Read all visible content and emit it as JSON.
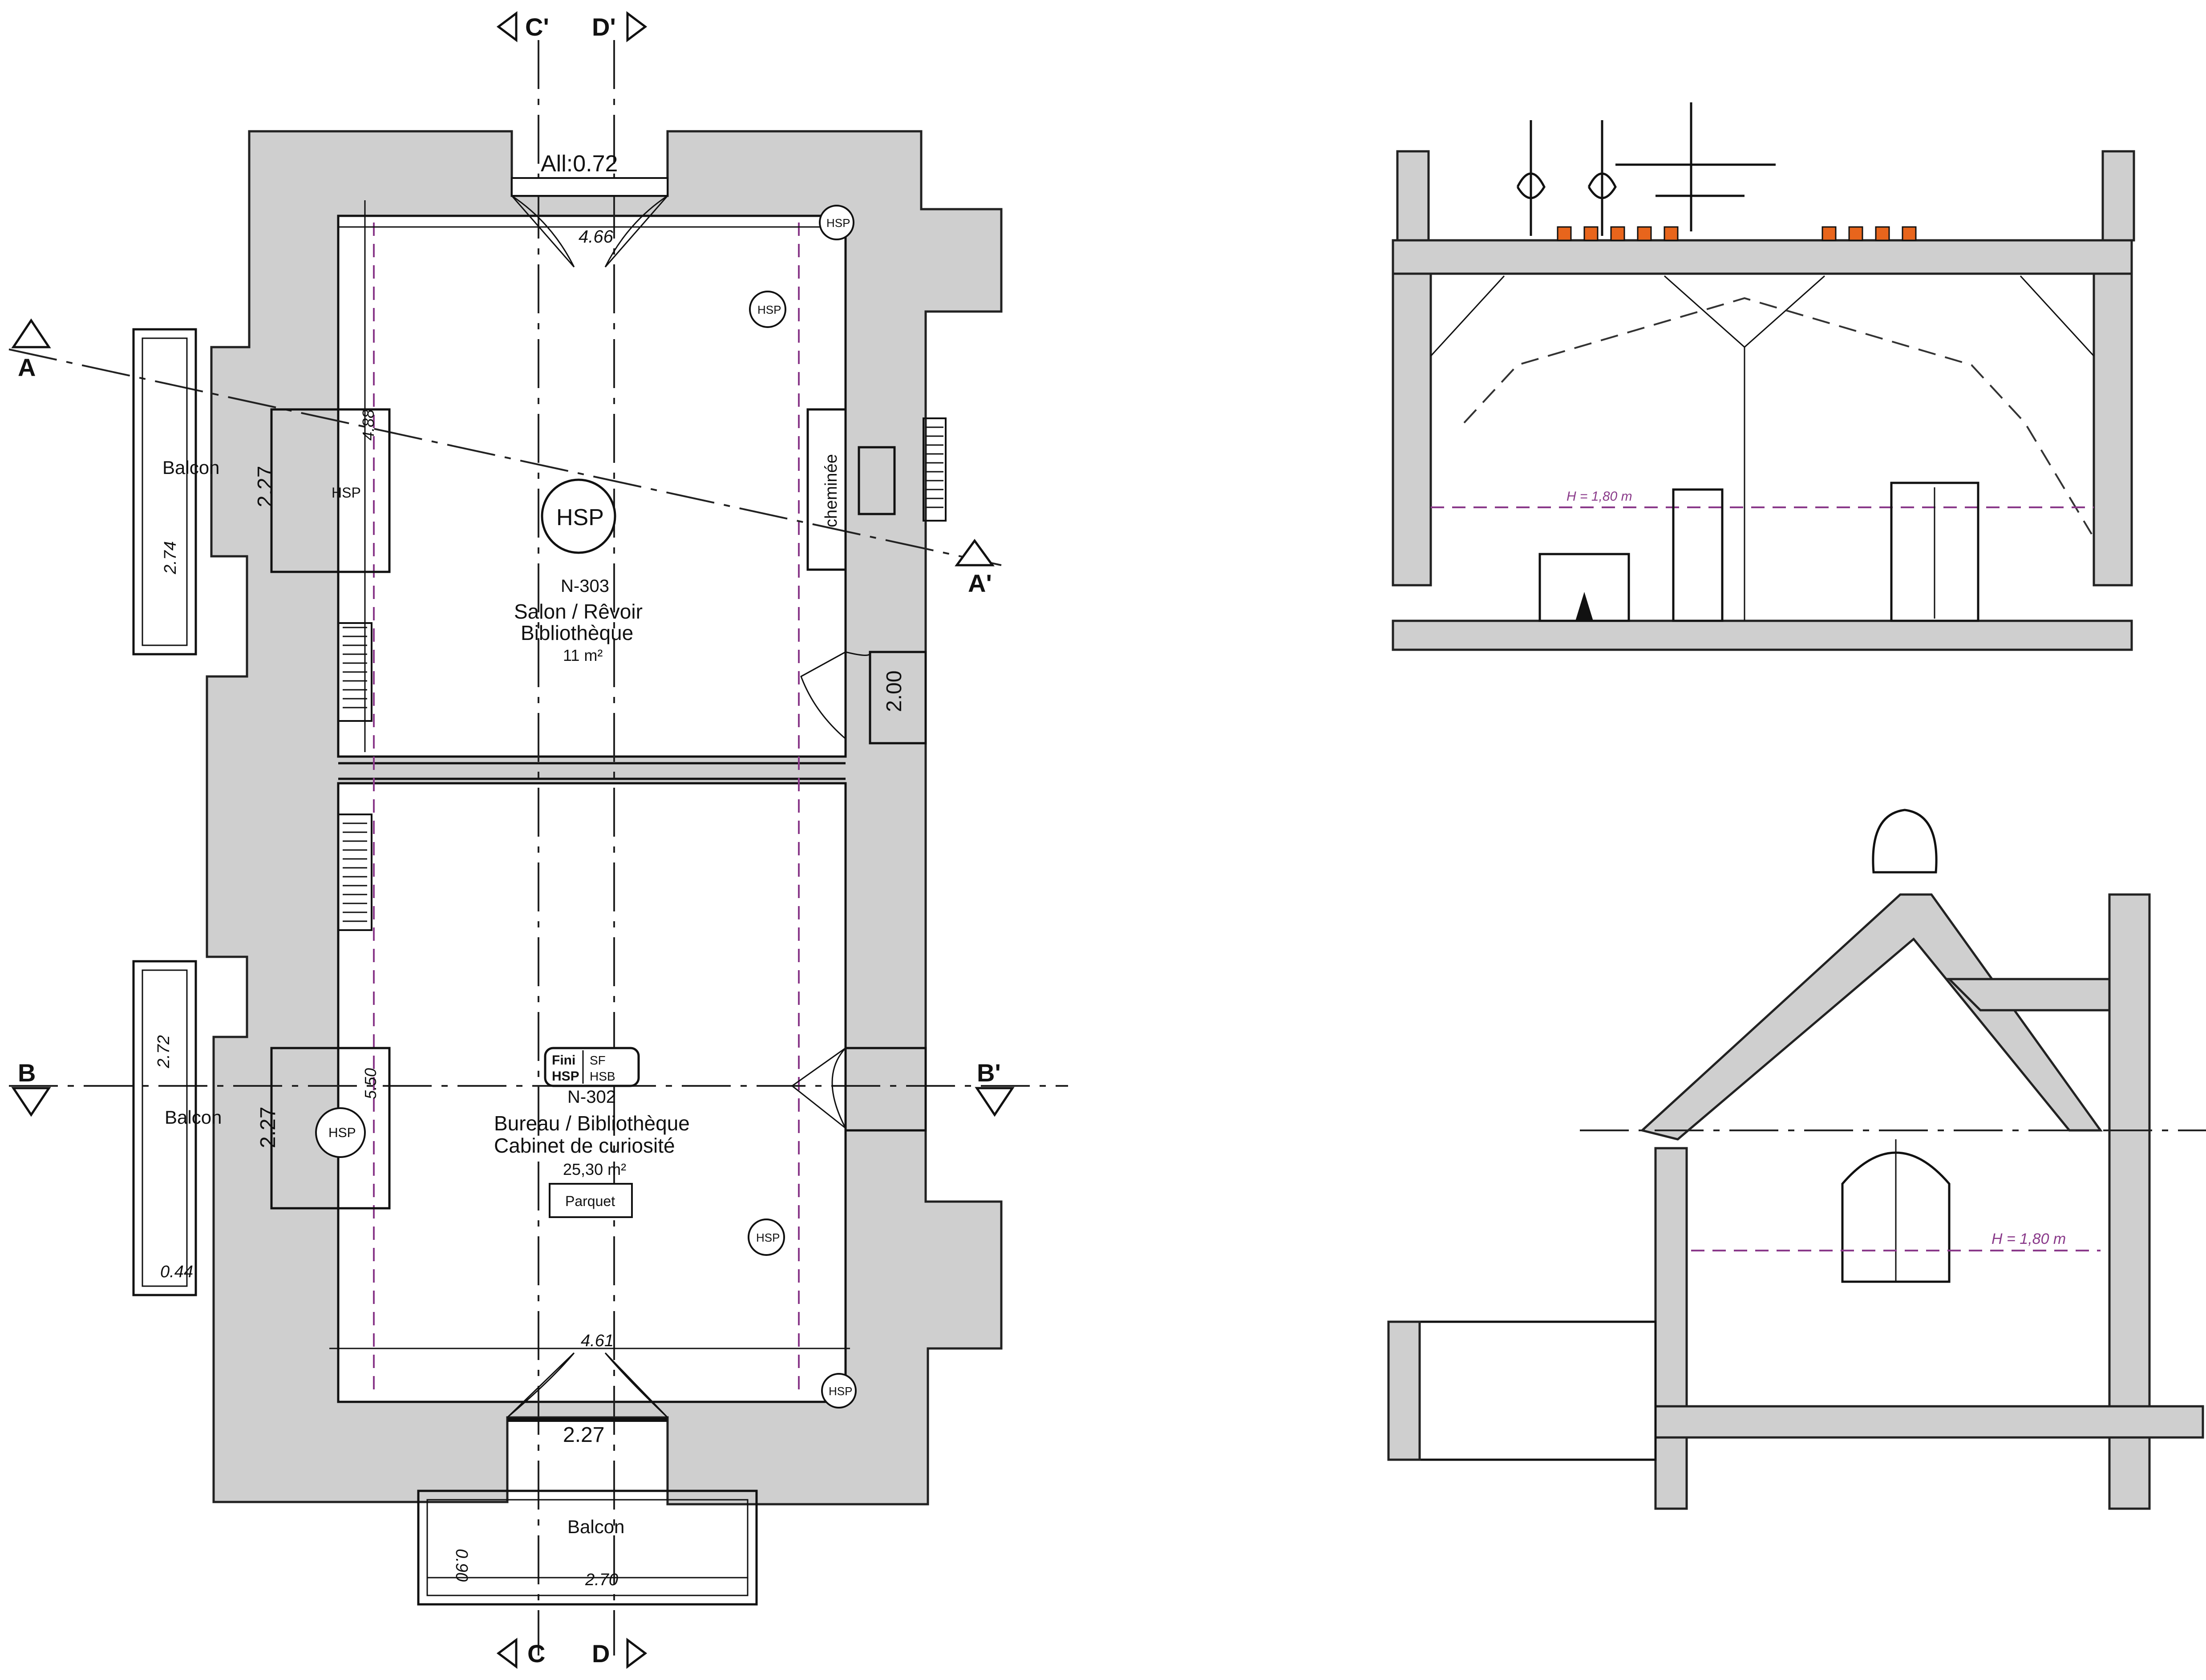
{
  "colors": {
    "wall_fill": "#cfcfcf",
    "line": "#111111",
    "height_line": "#8a3a8a",
    "roof_tile": "#e8651c"
  },
  "plan": {
    "section_marks": {
      "top_left": "C'",
      "top_right": "D'",
      "bottom_left": "C",
      "bottom_right": "D",
      "left_upper": "A",
      "right_upper": "A'",
      "left_lower": "B",
      "right_lower": "B'"
    },
    "top_window_label": "All:0.72",
    "dimensions": {
      "top_width": "4.66",
      "upper_height": "4.88",
      "left_balcony_upper_window": "2.27",
      "left_balcony_upper_length": "2.74",
      "door_right": "2.00",
      "lower_height": "5.50",
      "left_balcony_lower_window": "2.27",
      "left_balcony_lower_length": "2.72",
      "left_balcony_depth": "0.44",
      "bottom_width": "4.61",
      "bottom_window": "2.27",
      "bottom_balcony_depth": "0.90",
      "bottom_balcony_width": "2.70"
    },
    "labels": {
      "balcony": "Balcon",
      "hsp": "HSP",
      "fireplace": "cheminée",
      "floor_finish": "Parquet"
    },
    "rooms": [
      {
        "number": "N-303",
        "name_line1": "Salon / Rêvoir",
        "name_line2": "Bibliothèque",
        "area": "11 m²"
      },
      {
        "number": "N-302",
        "name_line1": "Bureau / Bibliothèque",
        "name_line2": "Cabinet de curiosité",
        "area": "25,30 m²"
      }
    ],
    "finish_tag": {
      "fini": "Fini",
      "hsp": "HSP",
      "sf": "SF",
      "hsb": "HSB"
    }
  },
  "sections": {
    "upper_height_label": "H = 1,80 m",
    "lower_height_label": "H = 1,80 m"
  }
}
